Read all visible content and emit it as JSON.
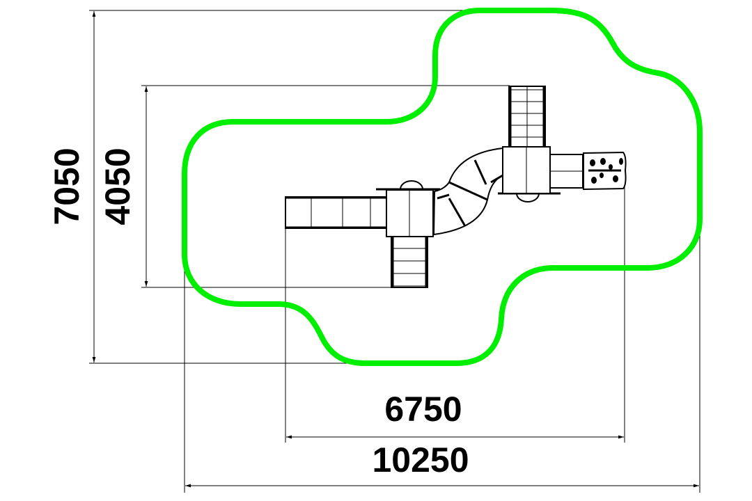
{
  "drawing": {
    "title": "Playground layout plan with safety zone",
    "safety_zone_color": "#00ee00",
    "line_color": "#000000",
    "dimensions": {
      "overall_height": "7050",
      "structure_height": "4050",
      "structure_width": "6750",
      "overall_width": "10250"
    }
  }
}
